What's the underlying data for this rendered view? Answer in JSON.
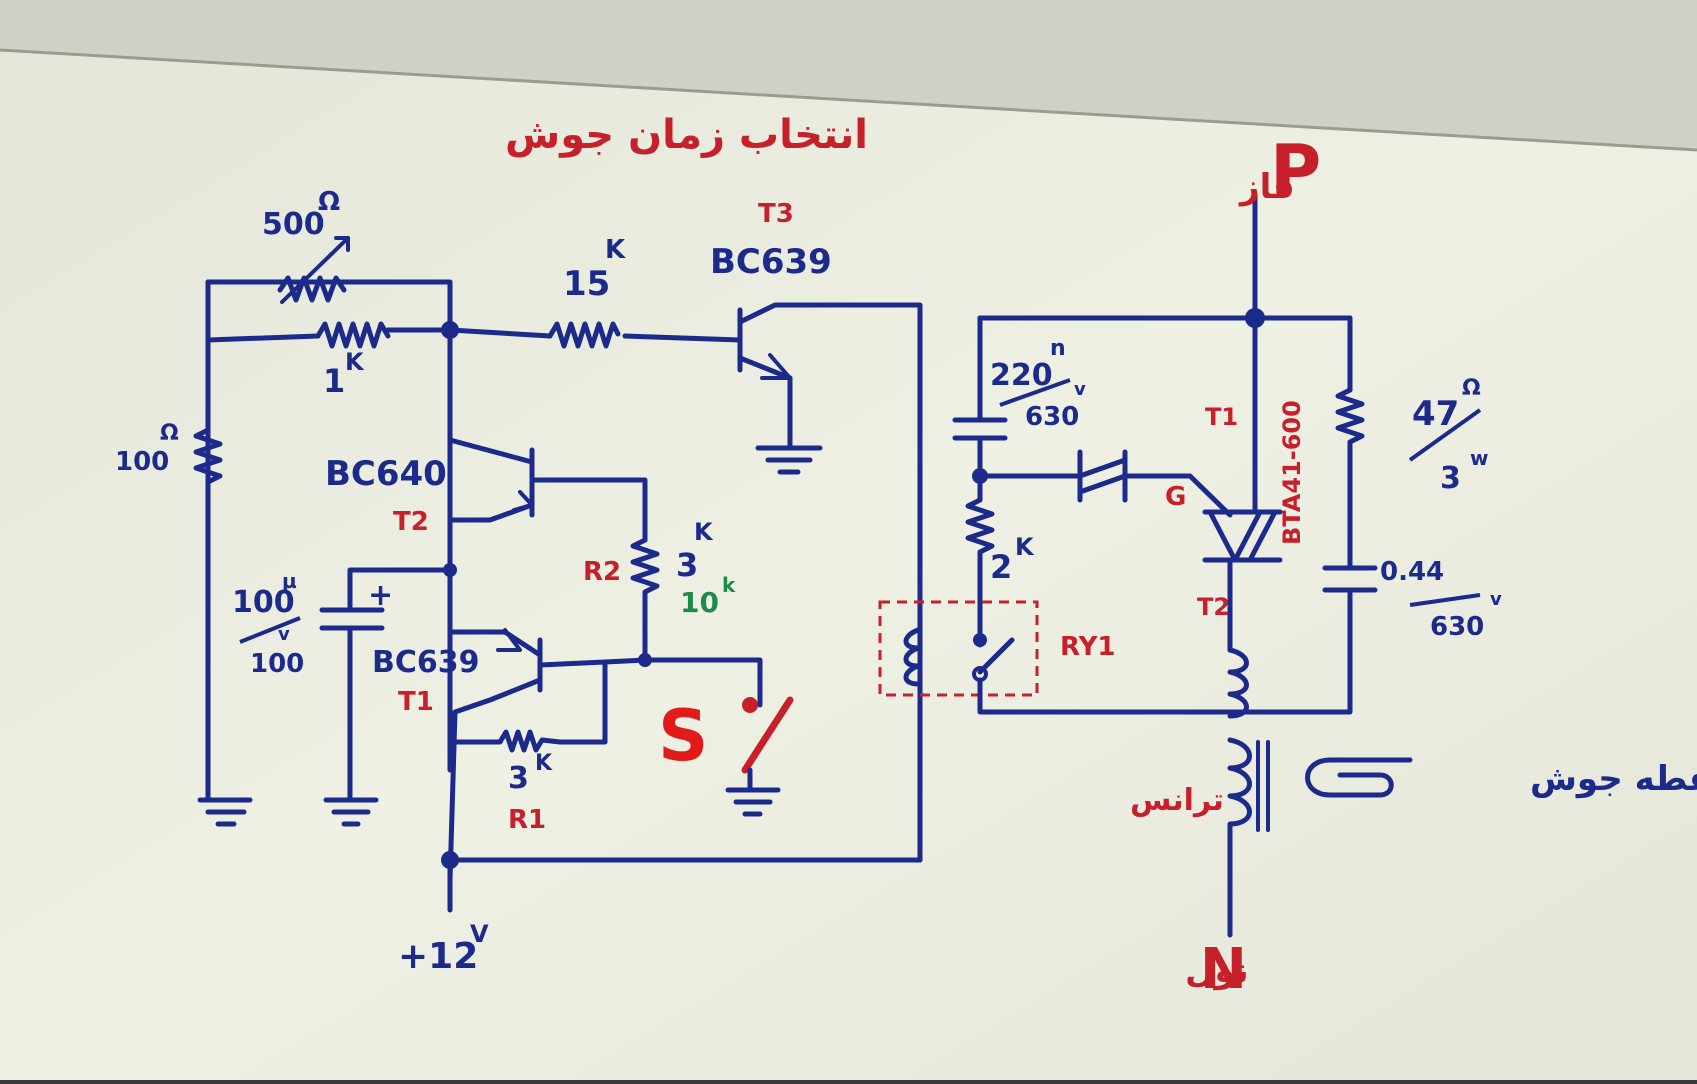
{
  "header": {
    "title_fa": "انتخاب زمان جوش"
  },
  "left": {
    "r_var": "500",
    "r_var_unit": "Ω",
    "r_15k": "15",
    "r_15k_unit": "K",
    "r_1k": "1",
    "r_1k_unit": "K",
    "r_100": "100",
    "r_100_unit": "Ω",
    "t3_label": "T3",
    "t3_part": "BC639",
    "t2_part": "BC640",
    "t2_label": "T2",
    "cap_value": "100",
    "cap_unit": "µ",
    "cap_volt": "100",
    "cap_volt_unit": "v",
    "cap_plus": "+",
    "t1_part": "BC639",
    "t1_label": "T1",
    "r2_label": "R2",
    "r2_value": "3",
    "r2_unit": "K",
    "r2_alt": "10",
    "r2_alt_unit": "k",
    "switch_label": "S",
    "r1_value": "3",
    "r1_unit": "K",
    "r1_label": "R1",
    "supply": "+12",
    "supply_unit": "V"
  },
  "right": {
    "phase_fa": "فاز",
    "phase": "P",
    "neutral_fa": "نول",
    "neutral": "N",
    "cap1_value": "220",
    "cap1_unit": "n",
    "cap1_volt": "630",
    "cap1_volt_unit": "v",
    "r_2k": "2",
    "r_2k_unit": "K",
    "relay_label": "RY1",
    "triac_t1": "T1",
    "triac_gate": "G",
    "triac_t2": "T2",
    "triac_part": "BTA41-600",
    "r_47_value": "47",
    "r_47_unit": "Ω",
    "r_47_watt": "3",
    "r_47_watt_unit": "w",
    "cap2_value": "0.44",
    "cap2_volt": "630",
    "cap2_volt_unit": "v",
    "transformer_fa": "ترانس",
    "weld_point_fa": "نقطه جوش"
  }
}
